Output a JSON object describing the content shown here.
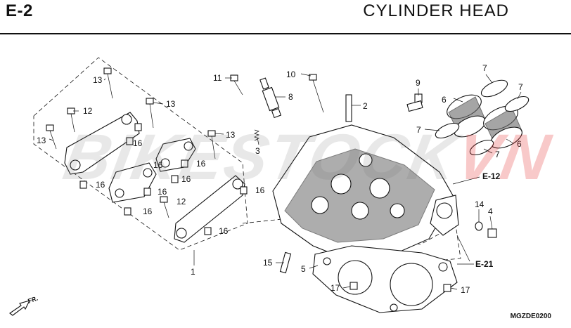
{
  "header": {
    "section_code": "E-2",
    "title": "CYLINDER  HEAD"
  },
  "watermark": {
    "text_main": "BIKESTOCK",
    "text_accent": "VN"
  },
  "footer": {
    "diagram_code": "MGZDE0200"
  },
  "direction": {
    "label": "FR."
  },
  "references": {
    "e12": "E-12",
    "e21": "E-21"
  },
  "callouts": {
    "c1": "1",
    "c2": "2",
    "c3": "3",
    "c4": "4",
    "c5": "5",
    "c6a": "6",
    "c6b": "6",
    "c7a": "7",
    "c7b": "7",
    "c7c": "7",
    "c7d": "7",
    "c8": "8",
    "c9": "9",
    "c10": "10",
    "c11": "11",
    "c12a": "12",
    "c12b": "12",
    "c13a": "13",
    "c13b": "13",
    "c13c": "13",
    "c13d": "13",
    "c14": "14",
    "c15": "15",
    "c16a": "16",
    "c16b": "16",
    "c16c": "16",
    "c16d": "16",
    "c16e": "16",
    "c16f": "16",
    "c16g": "16",
    "c16h": "16",
    "c16i": "16",
    "c17a": "17",
    "c17b": "17"
  }
}
